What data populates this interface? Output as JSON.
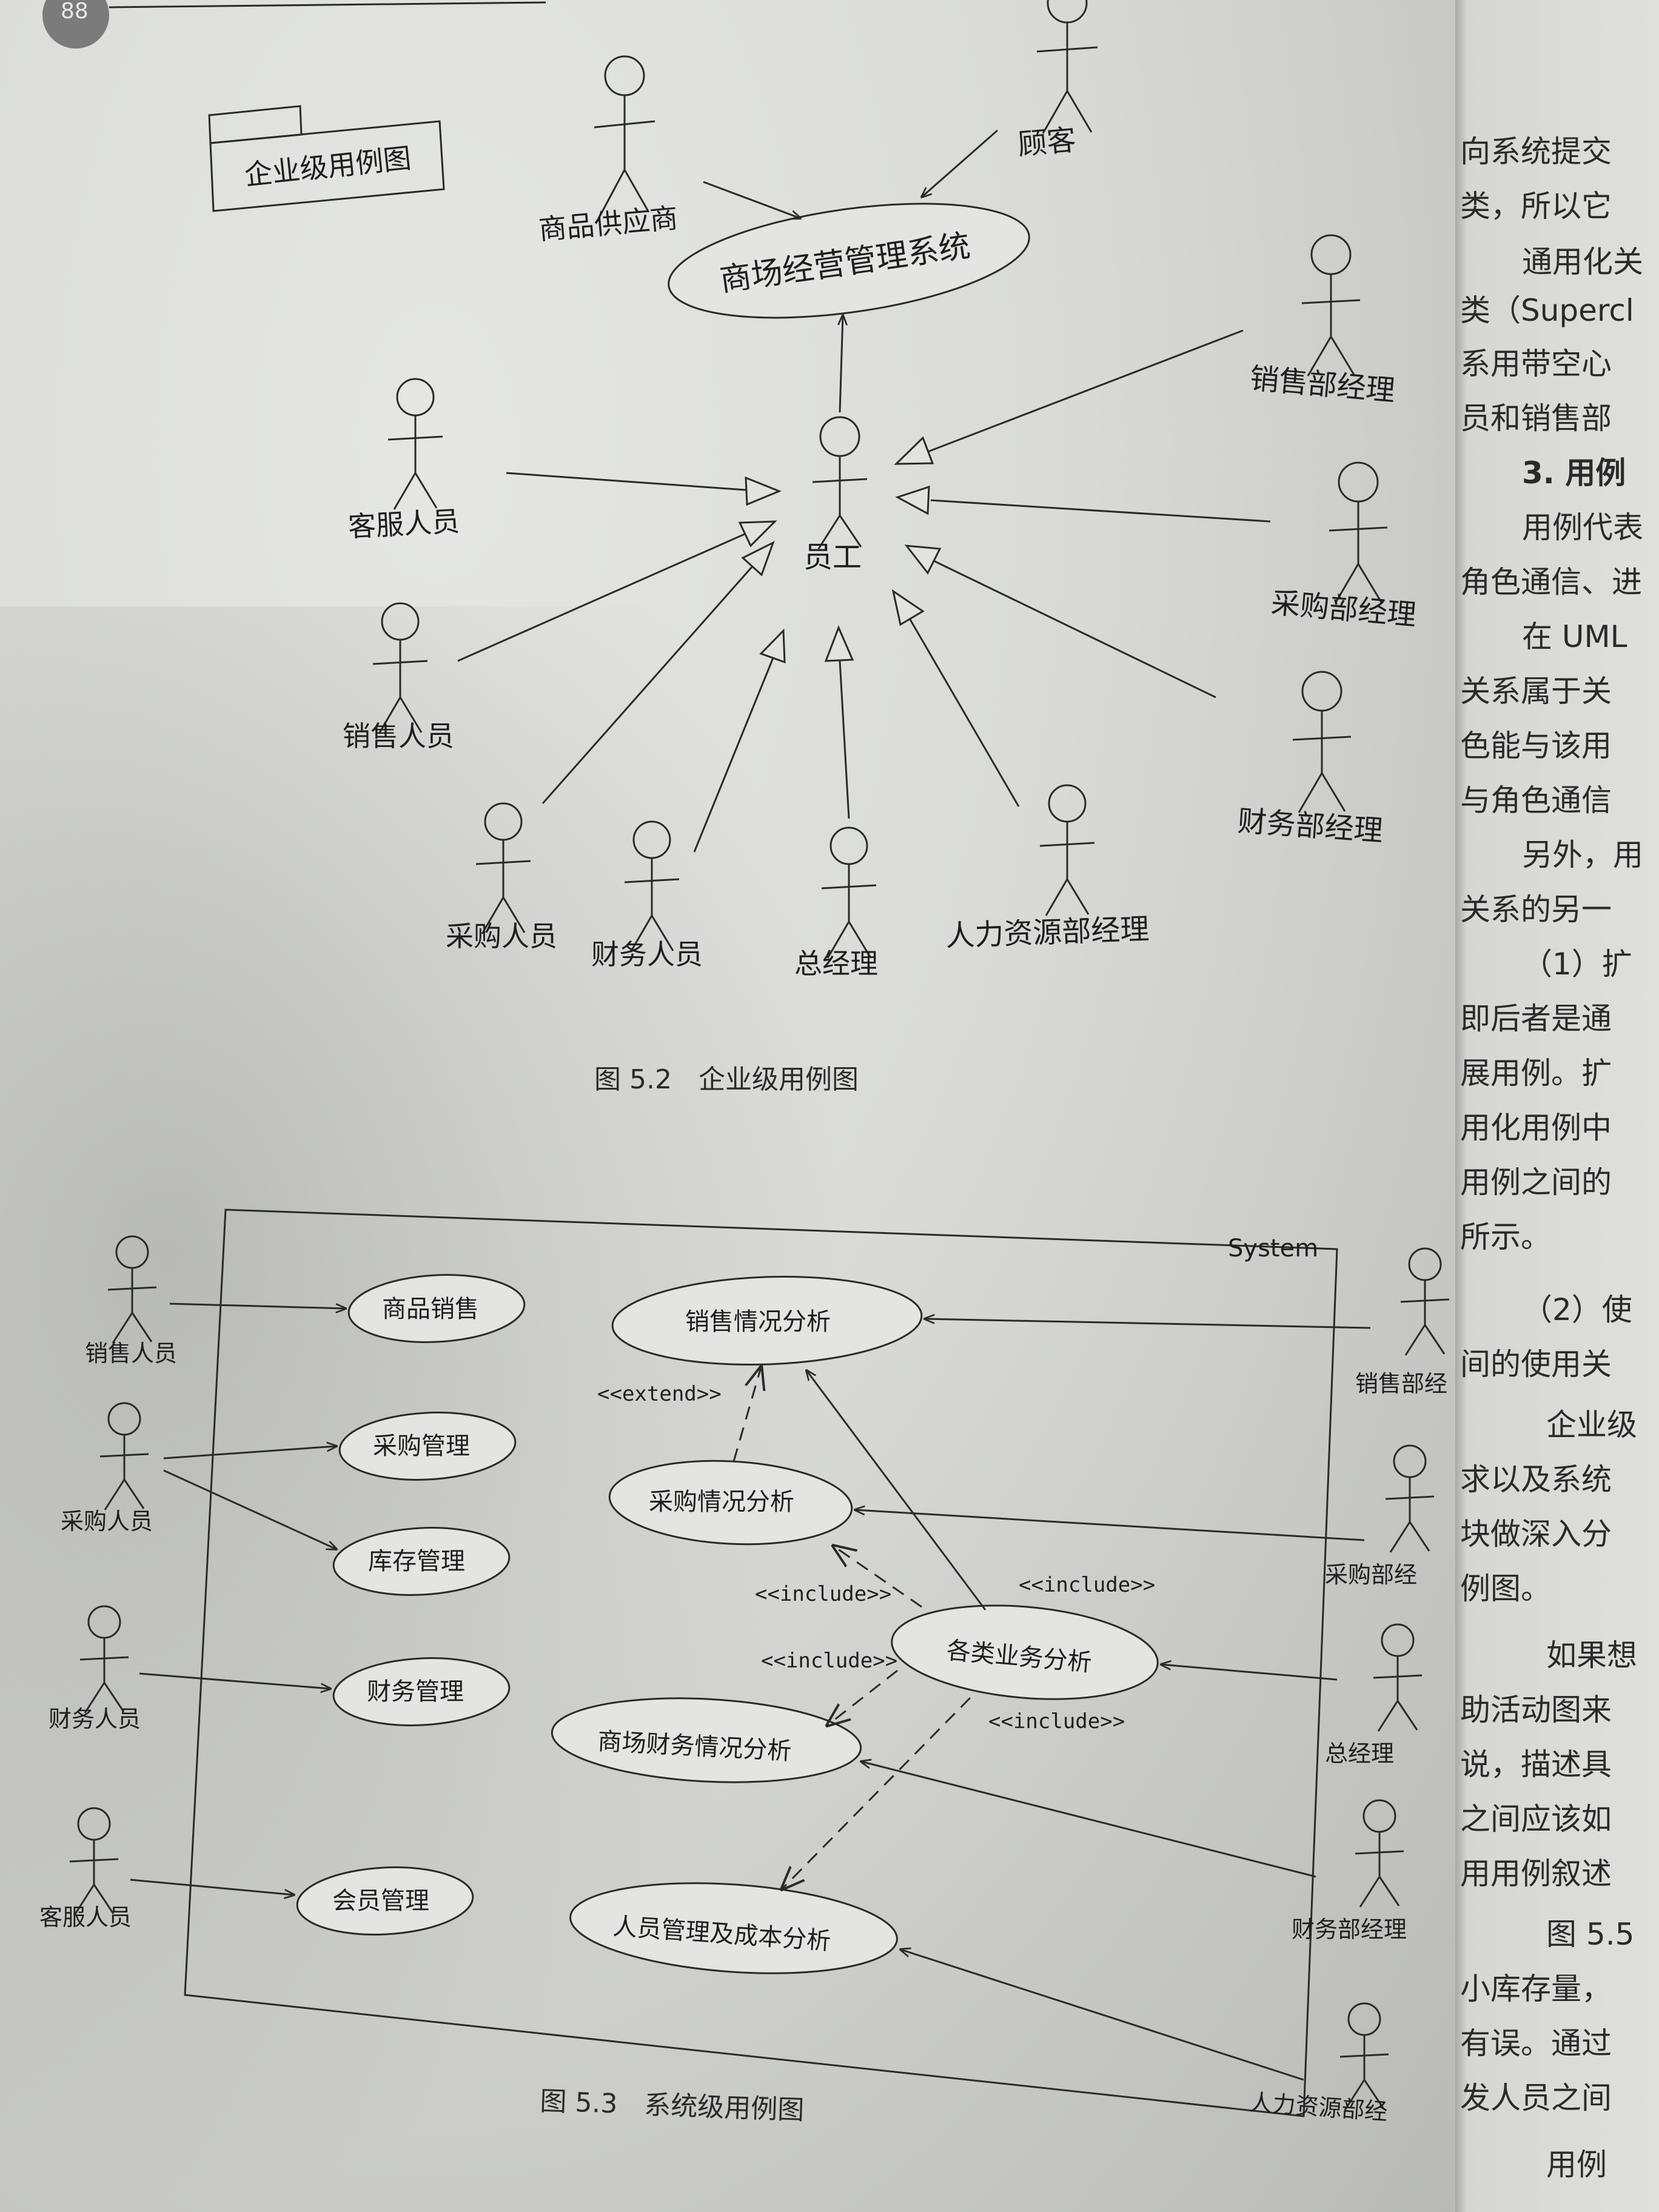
{
  "page_number": "88",
  "fig52": {
    "package_label": "企业级用例图",
    "system_usecase": "商场经营管理系统",
    "actors": {
      "supplier": "商品供应商",
      "customer": "顾客",
      "employee": "员工",
      "cs_staff": "客服人员",
      "sales_staff": "销售人员",
      "purchase_staff": "采购人员",
      "finance_staff": "财务人员",
      "gm": "总经理",
      "hr_mgr": "人力资源部经理",
      "sales_mgr": "销售部经理",
      "purchase_mgr": "采购部经理",
      "finance_mgr": "财务部经理"
    },
    "caption": "图 5.2　企业级用例图"
  },
  "fig53": {
    "system_label": "System",
    "usecases": {
      "sales": "商品销售",
      "purchase": "采购管理",
      "inventory": "库存管理",
      "finance": "财务管理",
      "member": "会员管理",
      "sales_analysis": "销售情况分析",
      "purchase_analysis": "采购情况分析",
      "business_analysis": "各类业务分析",
      "finance_analysis": "商场财务情况分析",
      "hr_analysis": "人员管理及成本分析"
    },
    "actors": {
      "sales_staff": "销售人员",
      "purchase_staff": "采购人员",
      "finance_staff": "财务人员",
      "cs_staff": "客服人员",
      "sales_mgr": "销售部经",
      "purchase_mgr": "采购部经",
      "gm": "总经理",
      "finance_mgr": "财务部经理",
      "hr_mgr": "人力资源部经"
    },
    "stereotypes": {
      "extend": "<<extend>>",
      "include1": "<<include>>",
      "include2": "<<include>>",
      "include3": "<<include>>",
      "include4": "<<include>>"
    },
    "caption": "图 5.3　系统级用例图"
  },
  "right_column": [
    "向系统提交",
    "类，所以它",
    "通用化关",
    "类（Supercl",
    "系用带空心",
    "员和销售部",
    "3. 用例",
    "用例代表",
    "角色通信、进",
    "在 UML",
    "关系属于关",
    "色能与该用",
    "与角色通信",
    "另外，用",
    "关系的另一",
    "（1）扩",
    "即后者是通",
    "展用例。扩",
    "用化用例中",
    "用例之间的",
    "所示。",
    "（2）使",
    "间的使用关",
    "企业级",
    "求以及系统",
    "块做深入分",
    "例图。",
    "如果想",
    "助活动图来",
    "说，描述具",
    "之间应该如",
    "用用例叙述",
    "图 5.5",
    "小库存量，",
    "有误。通过",
    "发人员之间",
    "用例"
  ]
}
